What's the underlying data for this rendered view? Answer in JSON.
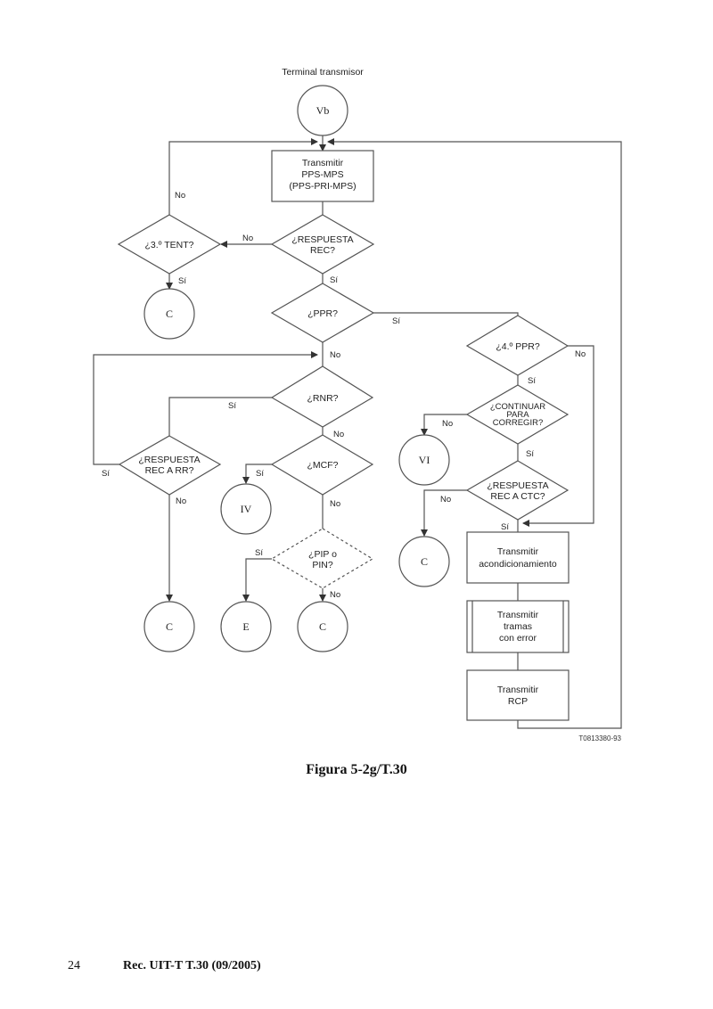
{
  "diagram": {
    "title": "Terminal transmisor",
    "code": "T0813380-93",
    "connectors": {
      "start": "Vb",
      "c1": "C",
      "c2": "C",
      "e": "E",
      "c3": "C",
      "iv": "IV",
      "vi": "VI",
      "c4": "C"
    },
    "process": {
      "transmit_pps": [
        "Transmitir",
        "PPS-MPS",
        "(PPS-PRI-MPS)"
      ],
      "transmit_train": [
        "Transmitir",
        "acondicionamiento"
      ],
      "transmit_frames": [
        "Transmitir",
        "tramas",
        "con error"
      ],
      "transmit_rcp": [
        "Transmitir",
        "RCP"
      ]
    },
    "decisions": {
      "response_rec": [
        "¿RESPUESTA",
        "REC?"
      ],
      "third_try": [
        "¿3.º TENT?"
      ],
      "ppr": [
        "¿PPR?"
      ],
      "rnr": [
        "¿RNR?"
      ],
      "mcf": [
        "¿MCF?"
      ],
      "response_rr": [
        "¿RESPUESTA",
        "REC A RR?"
      ],
      "pip_pin": [
        "¿PIP o",
        "PIN?"
      ],
      "fourth_ppr": [
        "¿4.º PPR?"
      ],
      "continue_correct": [
        "¿CONTINUAR",
        "PARA",
        "CORREGIR?"
      ],
      "response_ctc": [
        "¿RESPUESTA",
        "REC A CTC?"
      ]
    },
    "labels": {
      "yes": "Sí",
      "no": "No"
    }
  },
  "caption": "Figura 5-2g/T.30",
  "footer": {
    "page": "24",
    "reference": "Rec. UIT-T T.30 (09/2005)"
  }
}
